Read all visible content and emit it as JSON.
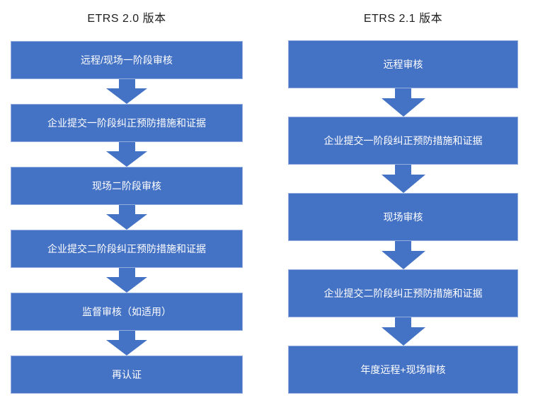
{
  "diagram": {
    "type": "flowchart-comparison",
    "background": "#ffffff",
    "colors": {
      "box_fill": "#4472C4",
      "box_border": "#93AEDE",
      "arrow": "#4472C4",
      "box_text": "#FFFFFF",
      "title_text": "#1F1F1F"
    }
  },
  "columns": [
    {
      "title": "ETRS 2.0 版本",
      "steps": [
        "远程/现场一阶段审核",
        "企业提交一阶段纠正预防措施和证据",
        "现场二阶段审核",
        "企业提交二阶段纠正预防措施和证据",
        "监督审核（如适用）",
        "再认证"
      ]
    },
    {
      "title": "ETRS 2.1 版本",
      "steps": [
        "远程审核",
        "企业提交一阶段纠正预防措施和证据",
        "现场审核",
        "企业提交二阶段纠正预防措施和证据",
        "年度远程+现场审核"
      ]
    }
  ]
}
